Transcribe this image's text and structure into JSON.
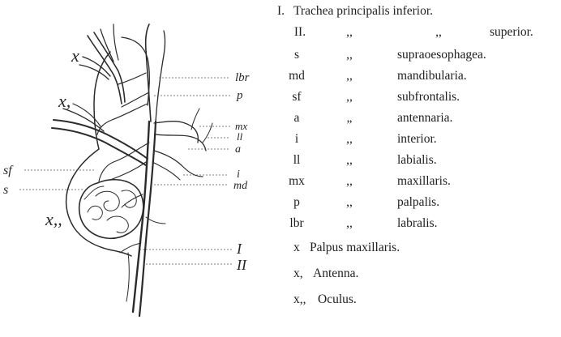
{
  "figure": {
    "labels": {
      "x": "x",
      "x1": "x,",
      "x2": "x,,",
      "sf": "sf",
      "s": "s",
      "lbr": "lbr",
      "p": "p",
      "mx": "mx",
      "ll": "ll",
      "a": "a",
      "i": "i",
      "md": "md",
      "I": "I",
      "II": "II"
    }
  },
  "legend": {
    "top_row": {
      "code": "I.",
      "text": "Trachea principalis inferior."
    },
    "second_row": {
      "code": "II.",
      "ditto1": ",,",
      "ditto2": ",,",
      "text": "superior."
    },
    "rows": [
      {
        "code": "s",
        "ditto": ",,",
        "text": "supraoesophagea."
      },
      {
        "code": "md",
        "ditto": ",,",
        "text": "mandibularia."
      },
      {
        "code": "sf",
        "ditto": ",,",
        "text": "subfrontalis."
      },
      {
        "code": "a",
        "ditto": "„",
        "text": "antennaria."
      },
      {
        "code": "i",
        "ditto": ",,",
        "text": "interior."
      },
      {
        "code": "ll",
        "ditto": ",,",
        "text": "labialis."
      },
      {
        "code": "mx",
        "ditto": ",,",
        "text": "maxillaris."
      },
      {
        "code": "p",
        "ditto": ",,",
        "text": "palpalis."
      },
      {
        "code": "lbr",
        "ditto": ",,",
        "text": "labralis."
      }
    ],
    "footer": [
      {
        "code": "x",
        "text": "Palpus maxillaris."
      },
      {
        "code": "x,",
        "text": "Antenna."
      },
      {
        "code": "x,,",
        "text": "Oculus."
      }
    ]
  }
}
